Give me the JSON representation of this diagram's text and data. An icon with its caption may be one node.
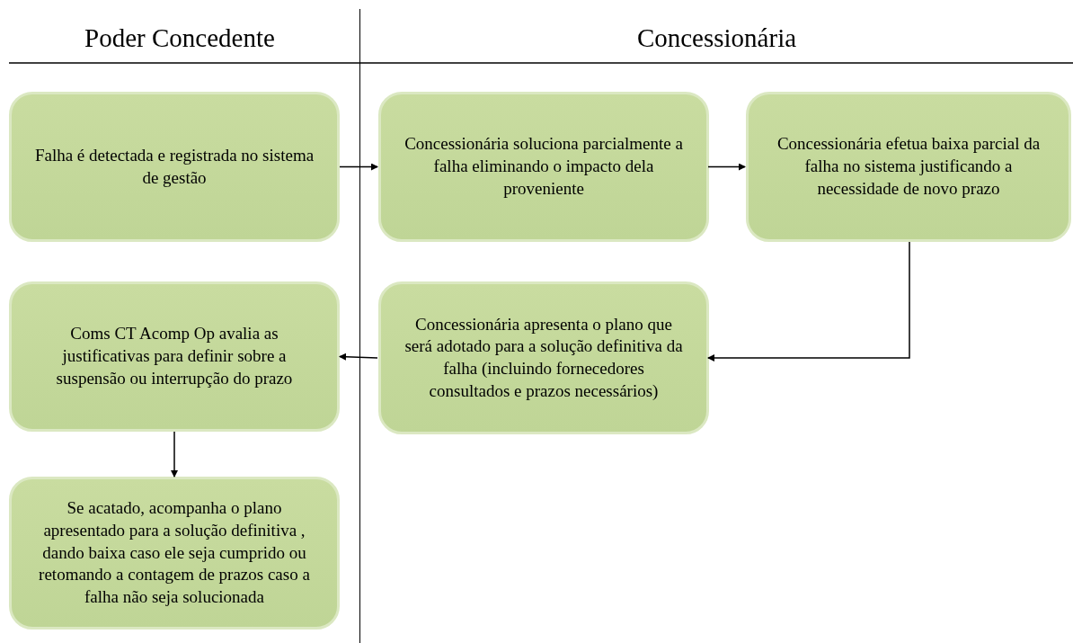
{
  "diagram": {
    "nodes": [
      {
        "text": [
          "Poder Concedente"
        ]
      },
      {
        "text": [
          "Concessionária"
        ]
      },
      {
        "text": [
          "Falha é detectada e registrada no sistema de gestão"
        ],
        "in": 0
      },
      {
        "text": [
          "Concessionária soluciona parcialmente a falha eliminando o impacto dela proveniente"
        ],
        "in": 1
      },
      {
        "text": [
          "Concessionária efetua baixa parcial da falha no sistema justificando a necessidade de novo prazo"
        ],
        "in": 1
      },
      {
        "text": [
          "Concessionária apresenta o plano que será adotado para a solução definitiva da falha (incluindo fornecedores consultados e prazos necessários)"
        ],
        "in": 1
      },
      {
        "text": [
          "Coms CT Acomp Op avalia as justificativas para definir sobre a suspensão ou interrupção do prazo"
        ],
        "in": 0
      },
      {
        "text": [
          "Se acatado, acompanha o plano apresentado para a solução definitiva , dando baixa caso ele seja cumprido ou retomando a contagem de prazos caso a falha não seja solucionada"
        ],
        "in": 0
      }
    ],
    "edges": [
      {
        "from": 2,
        "to": 3,
        "arrow": "to"
      },
      {
        "from": 3,
        "to": 4,
        "arrow": "to"
      },
      {
        "from": 4,
        "to": 5,
        "arrow": "to"
      },
      {
        "from": 5,
        "to": 6,
        "arrow": "to"
      },
      {
        "from": 6,
        "to": 7,
        "arrow": "to"
      }
    ]
  }
}
